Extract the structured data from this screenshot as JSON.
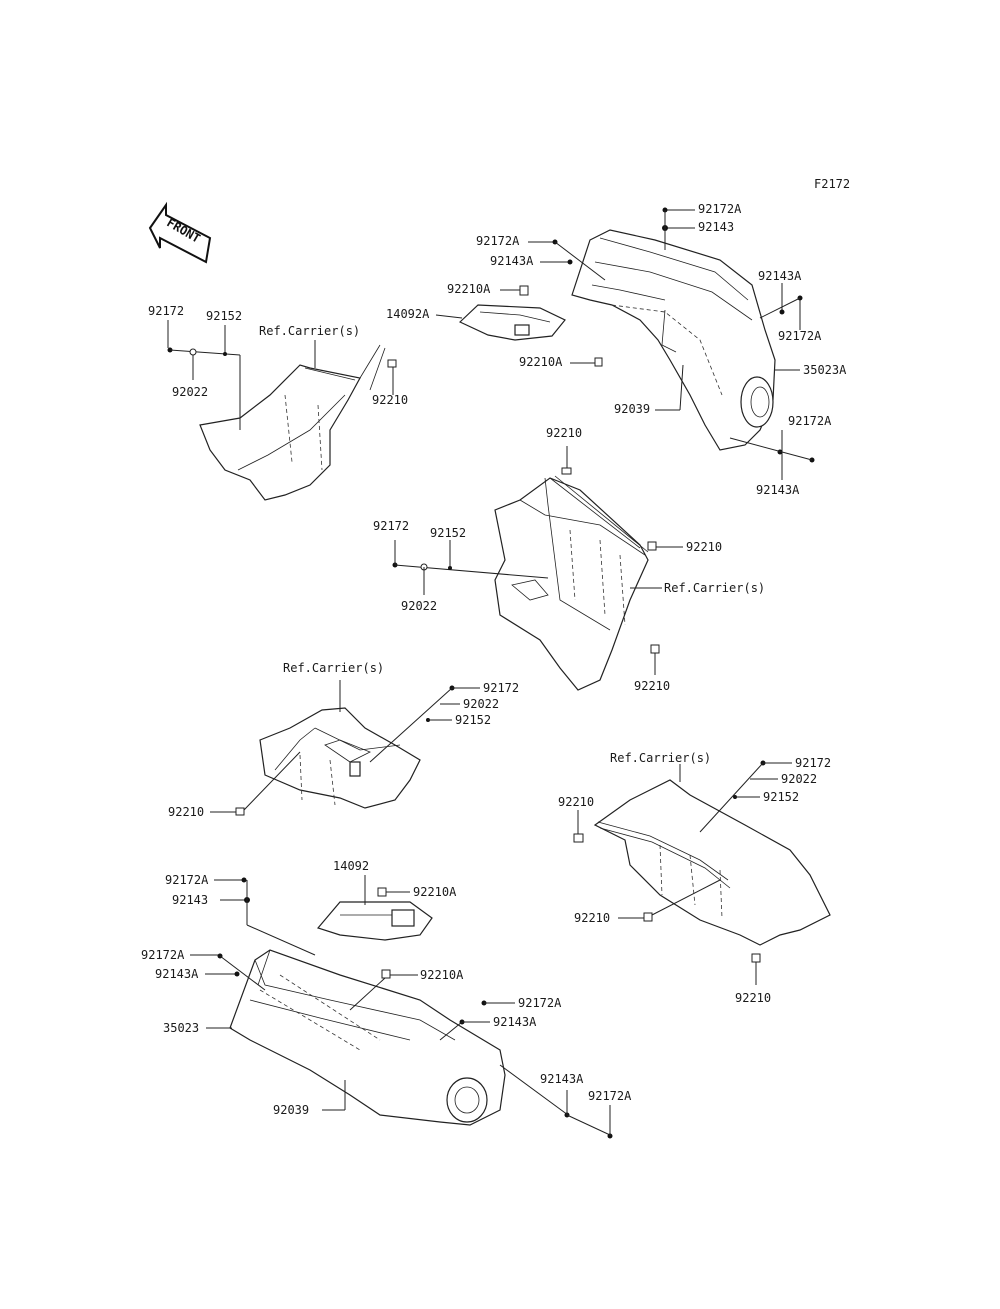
{
  "figure_code": "F2172",
  "front_arrow_label": "FRONT",
  "labels": {
    "tr_92172A_top": "92172A",
    "tr_92143_top": "92143",
    "tr_92172A_left": "92172A",
    "tr_92143A_left": "92143A",
    "tr_92210A_top": "92210A",
    "tr_14092A": "14092A",
    "tr_92210A_low": "92210A",
    "tr_92039": "92039",
    "tr_92143A_right": "92143A",
    "tr_92172A_right": "92172A",
    "tr_35023A": "35023A",
    "tr_92172A_br": "92172A",
    "tr_92143A_br": "92143A",
    "tl_92172": "92172",
    "tl_92152": "92152",
    "tl_ref": "Ref.Carrier(s)",
    "tl_92022": "92022",
    "tl_92210": "92210",
    "c_92210_top": "92210",
    "c_92172": "92172",
    "c_92152": "92152",
    "c_92022": "92022",
    "c_92210_right": "92210",
    "c_ref": "Ref.Carrier(s)",
    "c_92210_bottom": "92210",
    "ml_ref": "Ref.Carrier(s)",
    "ml_92172": "92172",
    "ml_92022": "92022",
    "ml_92152": "92152",
    "ml_92210": "92210",
    "mr_ref": "Ref.Carrier(s)",
    "mr_92172": "92172",
    "mr_92022": "92022",
    "mr_92152": "92152",
    "mr_92210_left": "92210",
    "mr_92210_mid": "92210",
    "mr_92210_bottom": "92210",
    "bl_92172A_top": "92172A",
    "bl_92143_top": "92143",
    "bl_14092": "14092",
    "bl_92210A_top": "92210A",
    "bl_92172A_left": "92172A",
    "bl_92143A_left": "92143A",
    "bl_92210A_mid": "92210A",
    "bl_35023": "35023",
    "bl_92172A_right": "92172A",
    "bl_92143A_right": "92143A",
    "bl_92039": "92039",
    "bl_92143A_br": "92143A",
    "bl_92172A_br": "92172A"
  }
}
